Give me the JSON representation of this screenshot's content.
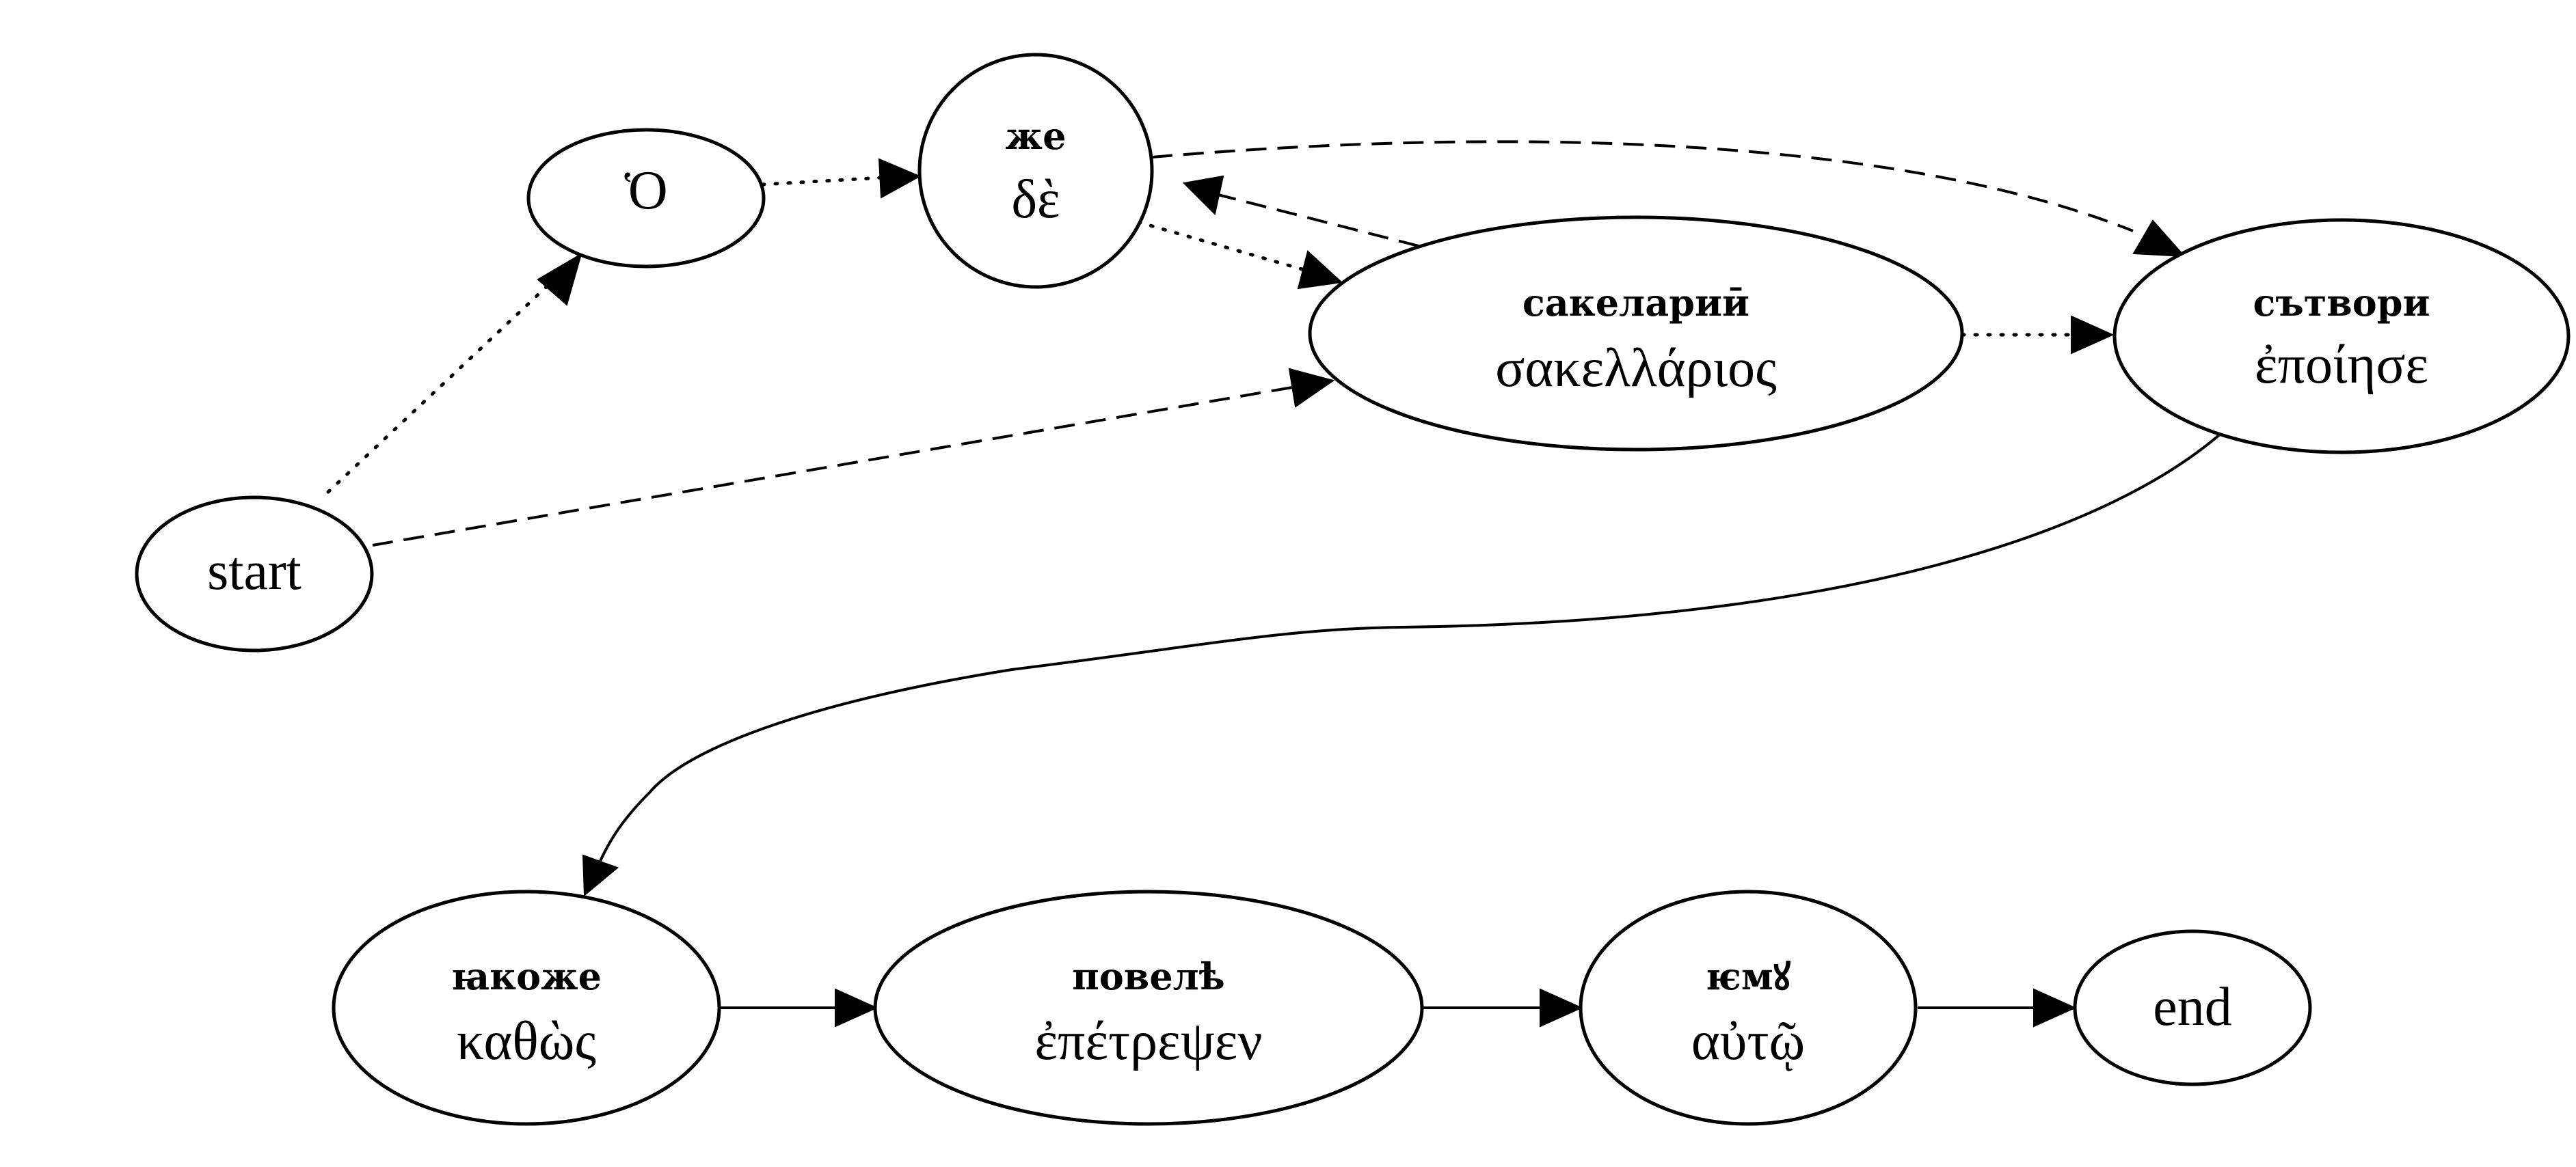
{
  "nodes": {
    "o": {
      "label": "Ὁ"
    },
    "de": {
      "slavonic": "же",
      "greek": "δὲ"
    },
    "sakellarios": {
      "slavonic": "сакелариӣ",
      "greek": "σακελλάριος"
    },
    "epoiese": {
      "slavonic": "сътвори",
      "greek": "ἐποίησε"
    },
    "start": {
      "label": "start"
    },
    "kathos": {
      "slavonic": "ꙗкоже",
      "greek": "καθὼς"
    },
    "epetrepsen": {
      "slavonic": "повелѣ",
      "greek": "ἐπέτρεψεν"
    },
    "auto": {
      "slavonic": "ѥмꙋ",
      "greek": "αὐτῷ"
    },
    "end": {
      "label": "end"
    }
  },
  "edges": [
    {
      "from": "start",
      "to": "o",
      "style": "dotted"
    },
    {
      "from": "o",
      "to": "de",
      "style": "dotted"
    },
    {
      "from": "de",
      "to": "sakellarios",
      "style": "dotted"
    },
    {
      "from": "sakellarios",
      "to": "de",
      "style": "dashed"
    },
    {
      "from": "de",
      "to": "epoiese",
      "style": "dashed"
    },
    {
      "from": "start",
      "to": "sakellarios",
      "style": "dashed"
    },
    {
      "from": "sakellarios",
      "to": "epoiese",
      "style": "dotted"
    },
    {
      "from": "epoiese",
      "to": "kathos",
      "style": "solid"
    },
    {
      "from": "kathos",
      "to": "epetrepsen",
      "style": "solid"
    },
    {
      "from": "epetrepsen",
      "to": "auto",
      "style": "solid"
    },
    {
      "from": "auto",
      "to": "end",
      "style": "solid"
    }
  ]
}
